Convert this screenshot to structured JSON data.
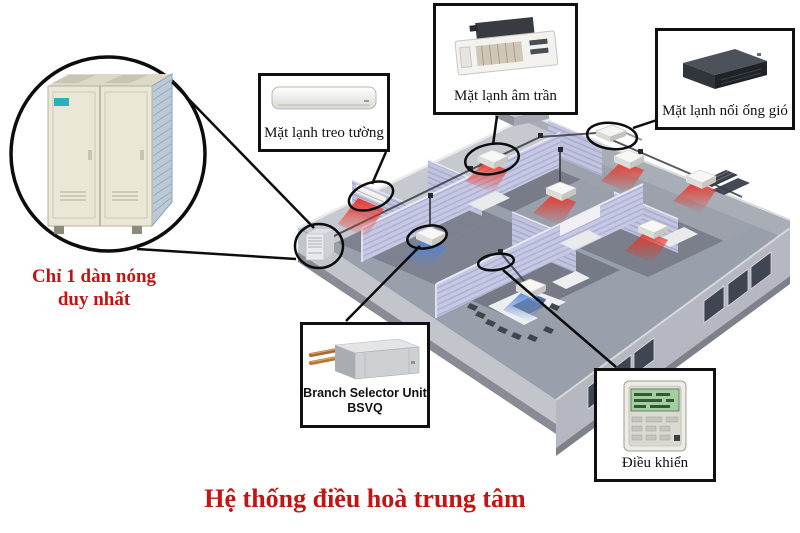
{
  "title": {
    "text": "Hệ thống điều hoà trung tâm"
  },
  "annotations": {
    "outdoor_note_line1": "Chỉ 1 dàn nóng",
    "outdoor_note_line2": "duy nhất"
  },
  "callouts": {
    "wall_mounted": {
      "label": "Mặt lạnh treo tường"
    },
    "ceiling_cassette": {
      "label": "Mặt lạnh âm trần"
    },
    "ducted": {
      "label": "Mặt lạnh nối ống gió"
    },
    "branch_selector": {
      "label_line1": "Branch Selector Unit",
      "label_line2": "BSVQ"
    },
    "controller": {
      "label": "Điều khiển"
    }
  },
  "colors": {
    "accent_red_text": "#c11414",
    "glow_heating": "#ee2e1f",
    "glow_cooling": "#4f82d8",
    "callout_border": "#101010",
    "wall_lavender": "#c7c9e3"
  },
  "diagram": {
    "outdoor_units_count": 1,
    "indoor_units": [
      {
        "type": "wall-mounted",
        "glow": "red",
        "highlighted": true
      },
      {
        "type": "ceiling-cassette",
        "glow": "red",
        "highlighted": true
      },
      {
        "type": "ducted",
        "glow": "none",
        "highlighted": true
      },
      {
        "type": "ceiling-cassette",
        "glow": "red",
        "highlighted": false
      },
      {
        "type": "ceiling-cassette",
        "glow": "red",
        "highlighted": false
      },
      {
        "type": "ceiling-cassette",
        "glow": "red",
        "highlighted": false
      },
      {
        "type": "ceiling-cassette",
        "glow": "blue",
        "highlighted": false
      },
      {
        "type": "ceiling-cassette",
        "glow": "blue",
        "highlighted": false
      }
    ]
  }
}
